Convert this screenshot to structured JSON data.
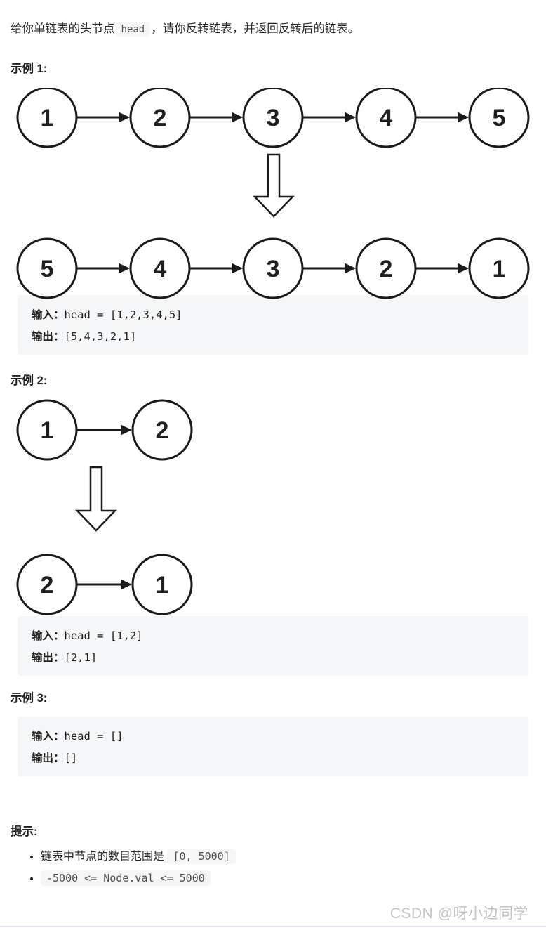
{
  "intro": {
    "text_before": "给你单链表的头节点",
    "code": "head",
    "text_after": "，请你反转链表，并返回反转后的链表。"
  },
  "examples": [
    {
      "heading": "示例 1:",
      "input_label": "输入：",
      "input_value": "head = [1,2,3,4,5]",
      "output_label": "输出：",
      "output_value": "[5,4,3,2,1]",
      "diagram": {
        "before": [
          "1",
          "2",
          "3",
          "4",
          "5"
        ],
        "after": [
          "5",
          "4",
          "3",
          "2",
          "1"
        ]
      }
    },
    {
      "heading": "示例 2:",
      "input_label": "输入：",
      "input_value": "head = [1,2]",
      "output_label": "输出：",
      "output_value": "[2,1]",
      "diagram": {
        "before": [
          "1",
          "2"
        ],
        "after": [
          "2",
          "1"
        ]
      }
    },
    {
      "heading": "示例 3:",
      "input_label": "输入：",
      "input_value": "head = []",
      "output_label": "输出：",
      "output_value": "[]"
    }
  ],
  "hints": {
    "heading": "提示:",
    "items": [
      {
        "text": "链表中节点的数目范围是 ",
        "code": "[0, 5000]"
      },
      {
        "text": "",
        "code": "-5000 <= Node.val <= 5000"
      }
    ]
  },
  "watermark": "CSDN @呀小边同学",
  "colors": {
    "text": "#262626",
    "code_background": "#f5f6f7",
    "inline_code_text": "#4f4f4f",
    "node_stroke": "#1a1a1a",
    "watermark": "#c3c3c3",
    "bottom_line": "#d9e2f1"
  }
}
